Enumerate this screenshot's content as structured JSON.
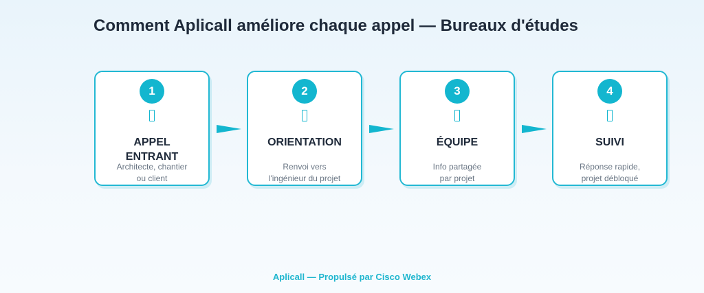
{
  "title": "Comment Aplicall améliore chaque appel — Bureaux d'études",
  "steps": [
    {
      "number": "1",
      "icon": "phone-icon",
      "title_lines": [
        "APPEL",
        "ENTRANT"
      ],
      "desc_lines": [
        "Architecte, chantier",
        "ou client"
      ]
    },
    {
      "number": "2",
      "icon": "routing-icon",
      "title_lines": [
        "ORIENTATION"
      ],
      "desc_lines": [
        "Renvoi vers",
        "l'ingénieur du projet"
      ]
    },
    {
      "number": "3",
      "icon": "team-icon",
      "title_lines": [
        "ÉQUIPE"
      ],
      "desc_lines": [
        "Info partagée",
        "par projet"
      ]
    },
    {
      "number": "4",
      "icon": "follow-up-icon",
      "title_lines": [
        "SUIVI"
      ],
      "desc_lines": [
        "Réponse rapide,",
        "projet débloqué"
      ]
    }
  ],
  "footer": "Aplicall — Propulsé par Cisco Webex",
  "colors": {
    "accent": "#13b6cf",
    "border": "#22b8d3",
    "title": "#1f2a3a",
    "muted": "#6b7785"
  }
}
